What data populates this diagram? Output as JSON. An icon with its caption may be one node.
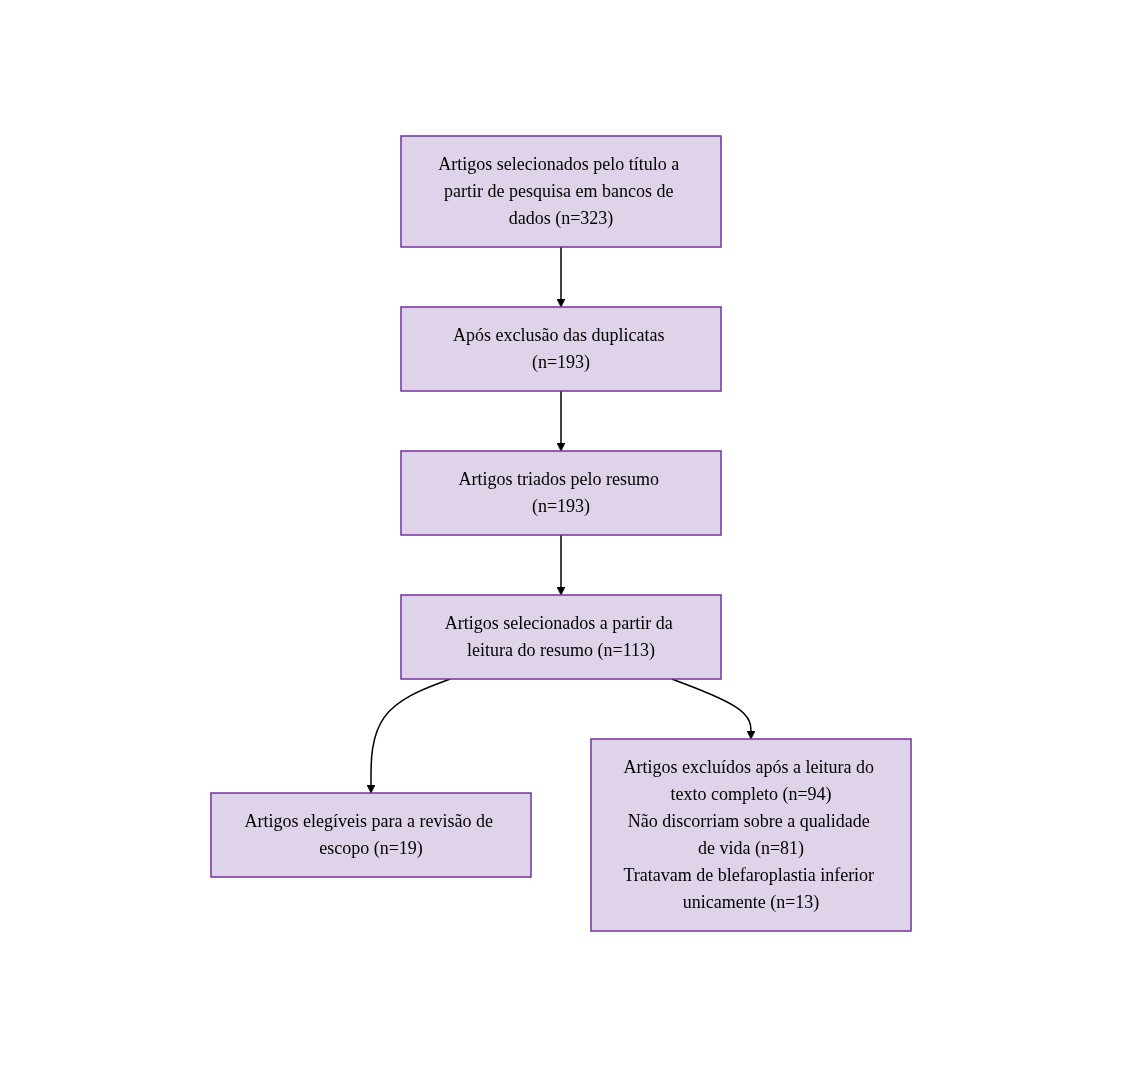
{
  "diagram": {
    "nodes": [
      {
        "text": [
          "Artigos selecionados pelo título a partir de pesquisa em bancos de dados (n=323)"
        ]
      },
      {
        "text": [
          "Após exclusão das duplicatas (n=193)"
        ]
      },
      {
        "text": [
          "Artigos triados pelo resumo (n=193)"
        ]
      },
      {
        "text": [
          "Artigos selecionados a partir da leitura do resumo (n=113)"
        ]
      },
      {
        "text": [
          "Artigos excluídos após a leitura do texto completo (n=94)",
          "Não discorriam sobre a qualidade de vida (n=81)",
          "Tratavam de blefaroplastia inferior unicamente (n=13)"
        ]
      },
      {
        "text": [
          "Artigos elegíveis para a revisão de escopo (n=19)"
        ]
      }
    ],
    "edges": [
      {
        "from": 0,
        "to": 1,
        "arrow": "to"
      },
      {
        "from": 1,
        "to": 2,
        "arrow": "to"
      },
      {
        "from": 2,
        "to": 3,
        "arrow": "to"
      },
      {
        "from": 3,
        "to": 5,
        "arrow": "to"
      },
      {
        "from": 3,
        "to": 4,
        "arrow": "to"
      }
    ]
  }
}
